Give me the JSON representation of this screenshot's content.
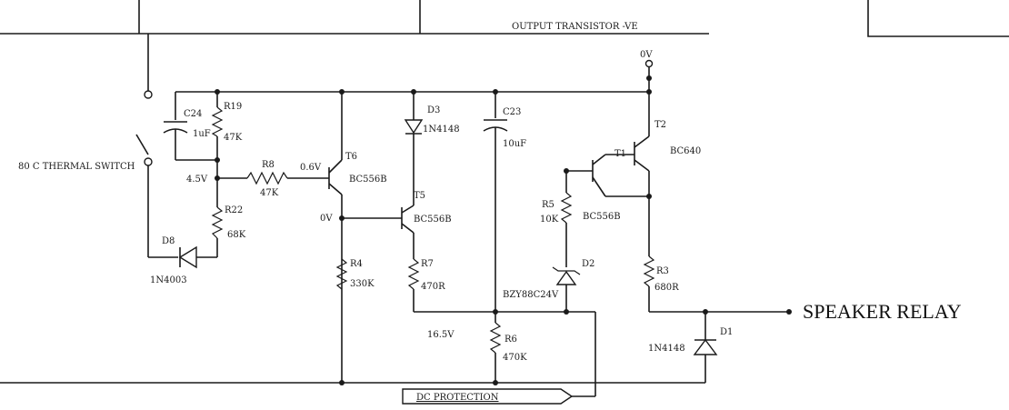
{
  "labels": {
    "output_transistor": "OUTPUT TRANSISTOR -VE",
    "ground": "0V",
    "thermal_switch": "80 C THERMAL SWITCH",
    "v45": "4.5V",
    "v06": "0.6V",
    "v0": "0V",
    "v165": "16.5V",
    "speaker_relay": "SPEAKER RELAY",
    "dc_protection": "DC PROTECTION"
  },
  "components": {
    "c24": {
      "ref": "C24",
      "value": "1uF"
    },
    "r19": {
      "ref": "R19",
      "value": "47K"
    },
    "r8": {
      "ref": "R8",
      "value": "47K"
    },
    "r22": {
      "ref": "R22",
      "value": "68K"
    },
    "d8": {
      "ref": "D8",
      "value": "1N4003"
    },
    "t6": {
      "ref": "T6",
      "value": "BC556B"
    },
    "d3": {
      "ref": "D3",
      "value": "1N4148"
    },
    "t5": {
      "ref": "T5",
      "value": "BC556B"
    },
    "r4": {
      "ref": "R4",
      "value": "330K"
    },
    "r7": {
      "ref": "R7",
      "value": "470R"
    },
    "c23": {
      "ref": "C23",
      "value": "10uF"
    },
    "r6": {
      "ref": "R6",
      "value": "470K"
    },
    "r5": {
      "ref": "R5",
      "value": "10K"
    },
    "d2": {
      "ref": "D2",
      "value": "BZY88C24V"
    },
    "t1": {
      "ref": "T1",
      "value": "BC556B"
    },
    "t2": {
      "ref": "T2",
      "value": "BC640"
    },
    "r3": {
      "ref": "R3",
      "value": "680R"
    },
    "d1": {
      "ref": "D1",
      "value": "1N4148"
    }
  }
}
